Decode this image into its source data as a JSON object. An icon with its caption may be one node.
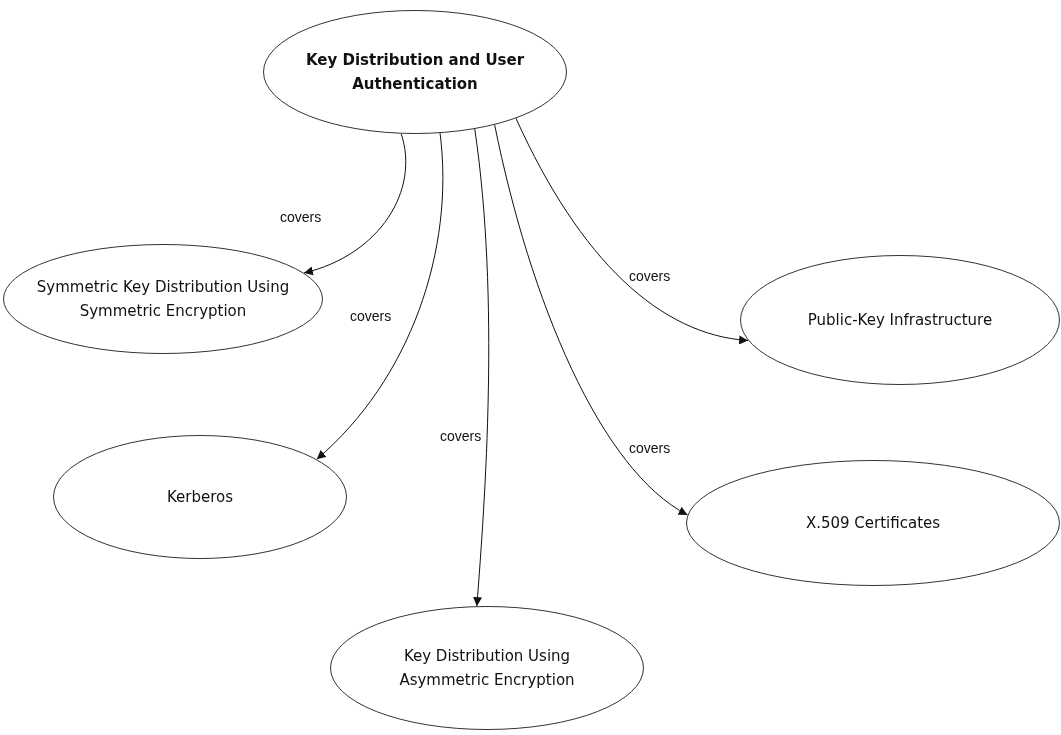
{
  "diagram": {
    "nodes": [
      {
        "text": [
          "Key Distribution and User Authentication"
        ]
      },
      {
        "text": [
          "Symmetric Key Distribution Using Symmetric Encryption"
        ]
      },
      {
        "text": [
          "Kerberos"
        ]
      },
      {
        "text": [
          "Key Distribution Using Asymmetric Encryption"
        ]
      },
      {
        "text": [
          "Public-Key Infrastructure"
        ]
      },
      {
        "text": [
          "X.509 Certificates"
        ]
      }
    ],
    "edges": [
      {
        "from": 0,
        "to": 1,
        "arrow": "to",
        "label": "covers"
      },
      {
        "from": 0,
        "to": 2,
        "arrow": "to",
        "label": "covers"
      },
      {
        "from": 0,
        "to": 3,
        "arrow": "to",
        "label": "covers"
      },
      {
        "from": 0,
        "to": 4,
        "arrow": "to",
        "label": "covers"
      },
      {
        "from": 0,
        "to": 5,
        "arrow": "to",
        "label": "covers"
      }
    ]
  }
}
